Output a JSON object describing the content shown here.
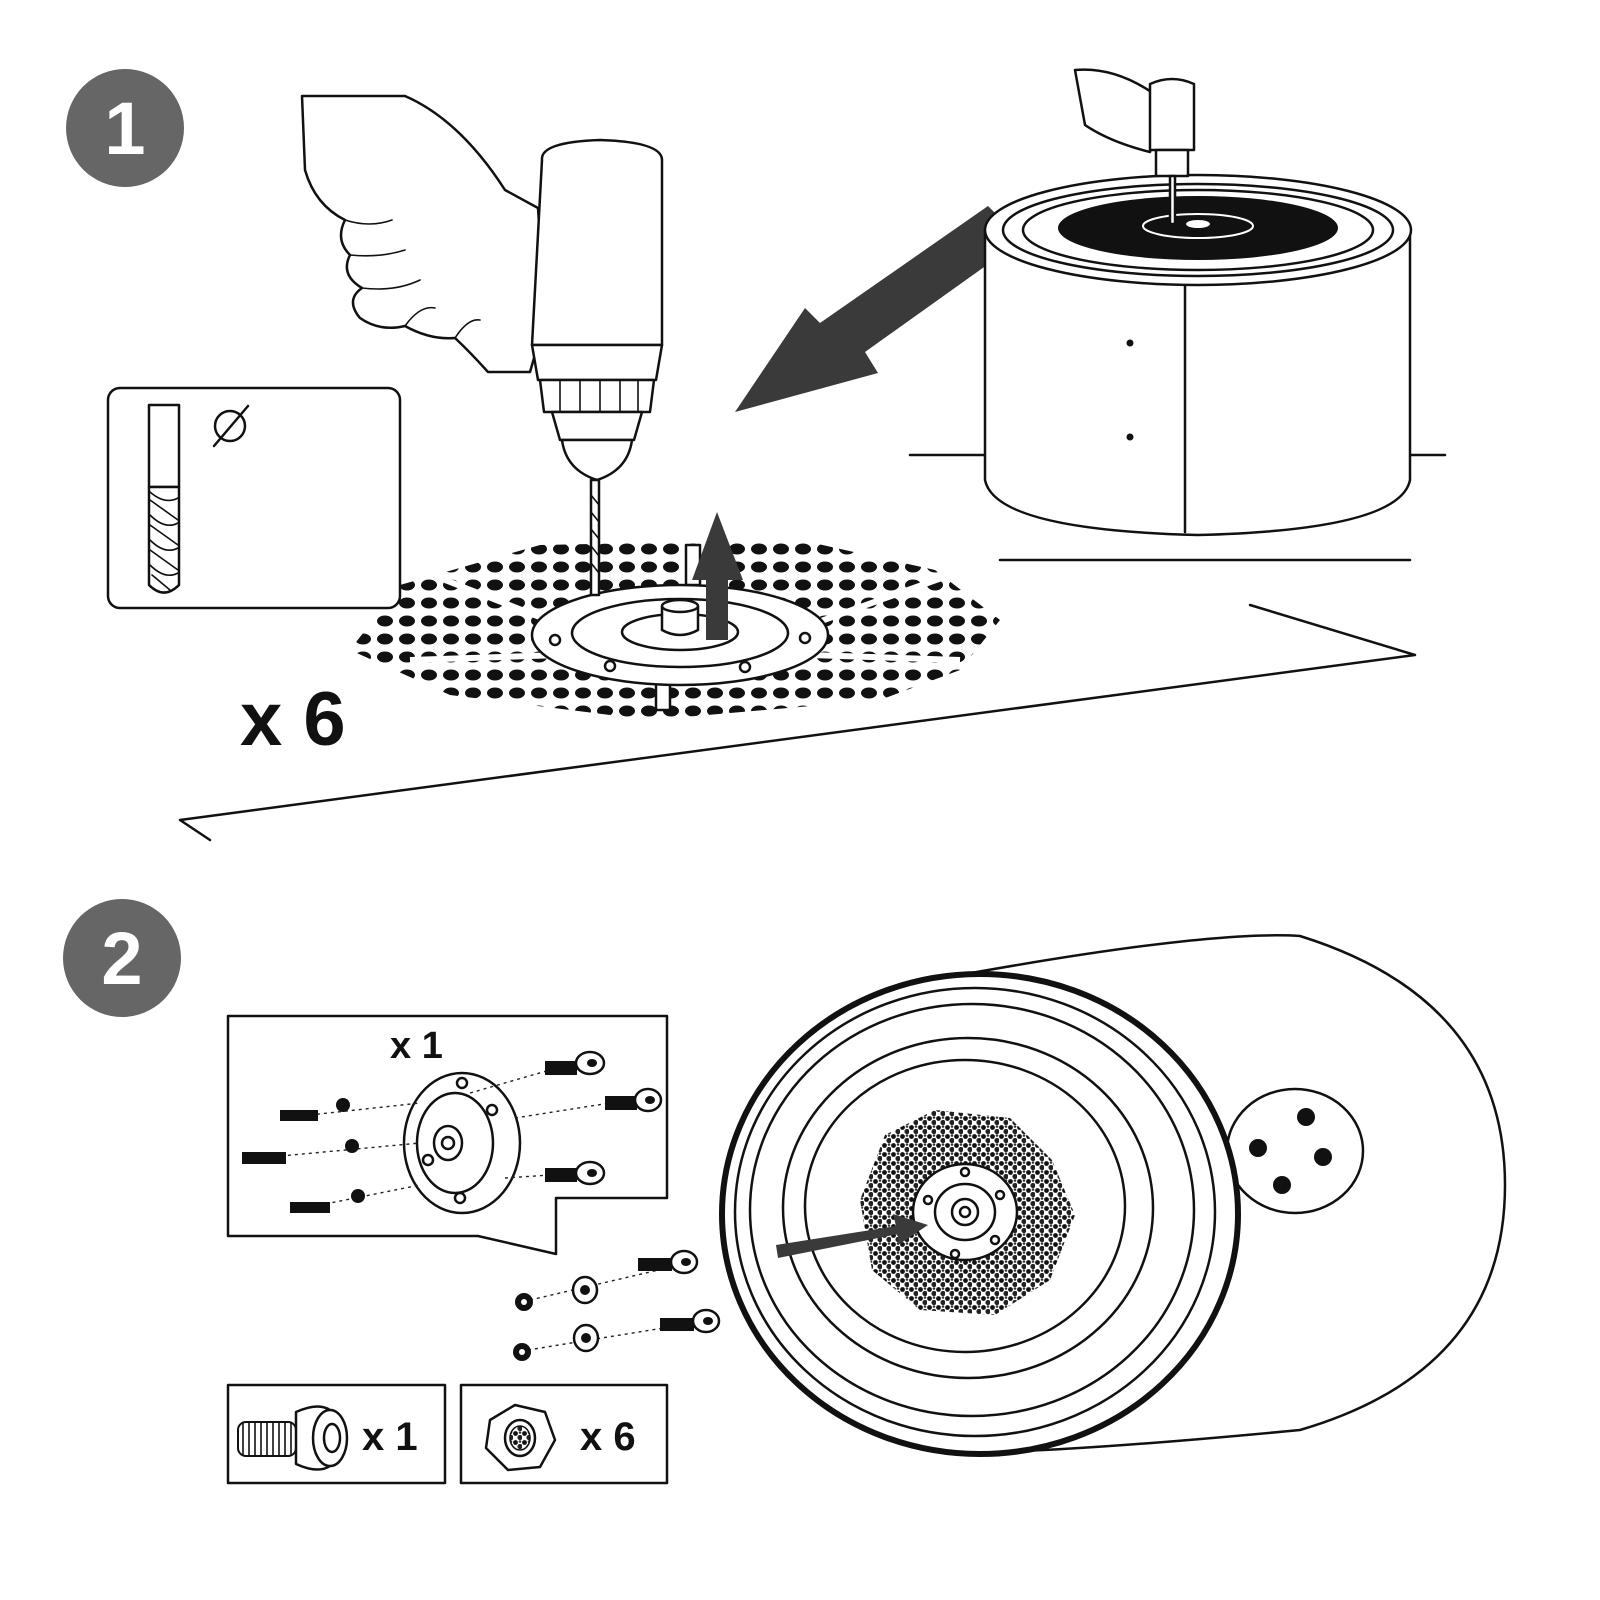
{
  "steps": [
    {
      "number": "1",
      "quantity": "x 6"
    },
    {
      "number": "2",
      "inset_quantity": "x 1",
      "bolt_quantity": "x 1",
      "nut_quantity": "x 6"
    }
  ],
  "symbols": {
    "diameter": "∅"
  },
  "colors": {
    "badge": "#666666",
    "arrow": "#3a3a3a",
    "line": "#111111",
    "background": "#ffffff"
  },
  "icons": [
    "hand-drill-icon",
    "drill-bit-icon",
    "arrow-icon",
    "bolt-icon",
    "hex-nut-icon",
    "washer-icon",
    "flange-plate-icon"
  ]
}
